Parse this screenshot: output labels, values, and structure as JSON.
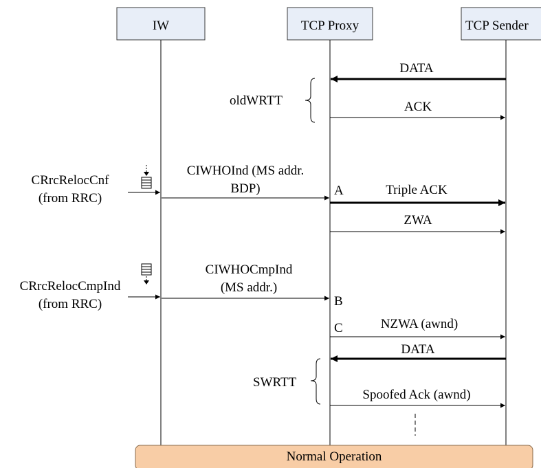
{
  "entities": {
    "iw": "IW",
    "proxy": "TCP Proxy",
    "sender": "TCP Sender"
  },
  "messages": {
    "data_1": "DATA",
    "ack": "ACK",
    "ciwhoind_line1": "CIWHOInd (MS addr.",
    "ciwhoind_line2": "BDP)",
    "triple_ack": "Triple ACK",
    "zwa": "ZWA",
    "ciwhocmpind_line1": "CIWHOCmpInd",
    "ciwhocmpind_line2": "(MS addr.)",
    "nzwa": "NZWA (awnd)",
    "data_2": "DATA",
    "spoofed_ack": "Spoofed Ack (awnd)"
  },
  "external_events": {
    "reloc_cnf": "CRrcRelocCnf",
    "reloc_cnf_source": "(from RRC)",
    "reloc_cmp": "CRrcRelocCmpInd",
    "reloc_cmp_source": "(from RRC)"
  },
  "intervals": {
    "old_wrtt": "oldWRTT",
    "swrtt": "SWRTT"
  },
  "points": {
    "a": "A",
    "b": "B",
    "c": "C"
  },
  "footer": {
    "normal_operation": "Normal Operation"
  },
  "colors": {
    "entity_box_fill": "#e8eef8",
    "entity_box_stroke": "#3a3a3a",
    "footer_fill": "#f8cda6",
    "footer_stroke": "#8a6a4a",
    "line": "#000000"
  }
}
